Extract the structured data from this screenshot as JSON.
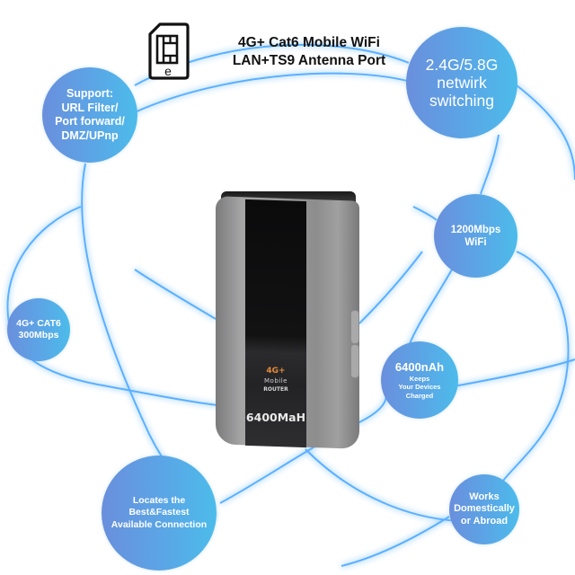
{
  "header": {
    "icon": "esim-card-icon",
    "icon_letter": "e",
    "line1": "4G+ Cat6 Mobile WiFi",
    "line2": "LAN+TS9 Antenna Port"
  },
  "colors": {
    "bubble_gradient_start": "#6a8fdc",
    "bubble_gradient_end": "#4cbcea",
    "orbit_line": "#4aa8ff",
    "orbit_glow": "#bfe0ff",
    "brand_orange": "#e38a3b"
  },
  "features": {
    "support": {
      "lines": [
        "Support:",
        "URL Filter/",
        "Port forward/",
        "DMZ/UPnp"
      ]
    },
    "switching": {
      "lines": [
        "2.4G/5.8G",
        "netwirk",
        "switching"
      ]
    },
    "wifi": {
      "lines": [
        "1200Mbps",
        "WiFi"
      ]
    },
    "cat6": {
      "lines": [
        "4G+ CAT6",
        "300Mbps"
      ]
    },
    "battery": {
      "title": "6400nAh",
      "lines": [
        "Keeps",
        "Your Devices",
        "Charged"
      ]
    },
    "locate": {
      "lines": [
        "Locates the",
        "Best&Fastest",
        "Available Connection"
      ]
    },
    "abroad": {
      "lines": [
        "Works",
        "Domestically",
        "or Abroad"
      ]
    }
  },
  "device": {
    "logo_top": "4G+",
    "logo_mid": "Mobile",
    "logo_bottom": "ROUTER",
    "capacity": "6400MaH"
  }
}
